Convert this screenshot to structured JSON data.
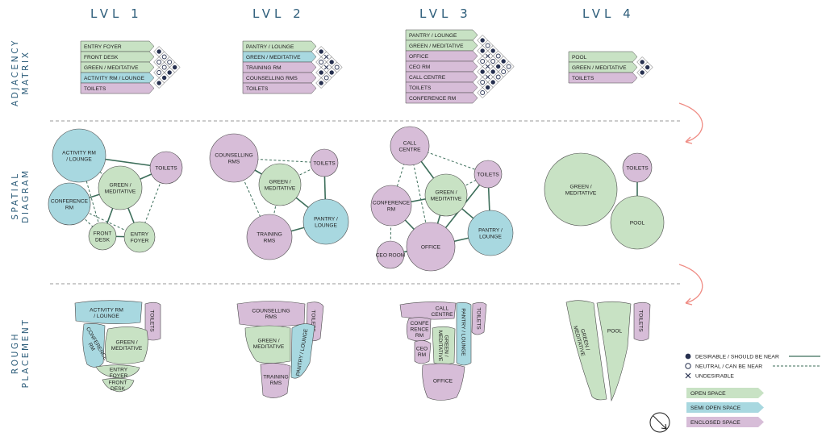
{
  "levels": [
    "LVL 1",
    "LVL 2",
    "LVL 3",
    "LVL 4"
  ],
  "side_labels": [
    "ADJACENCY MATRIX",
    "SPATIAL DIAGRAM",
    "ROUGH PLACEMENT"
  ],
  "colors": {
    "open": "#c8e2c4",
    "semi": "#a8d8e0",
    "enclosed": "#d7bdd8",
    "line": "#3c6e5a",
    "dot": "#26304f",
    "arrow": "#ef8c84",
    "title": "#2d5d7a"
  },
  "matrices": [
    {
      "rows": [
        [
          "ENTRY FOYER",
          "open"
        ],
        [
          "FRONT DESK",
          "open"
        ],
        [
          "GREEN / MEDITATIVE",
          "open"
        ],
        [
          "ACTIVITY RM / LOUNGE",
          "semi"
        ],
        [
          "TOILETS",
          "enclosed"
        ]
      ]
    },
    {
      "rows": [
        [
          "PANTRY / LOUNGE",
          "open"
        ],
        [
          "GREEN / MEDITATIVE",
          "semi"
        ],
        [
          "TRAINING RM",
          "enclosed"
        ],
        [
          "COUNSELLING RMS",
          "enclosed"
        ],
        [
          "TOILETS",
          "enclosed"
        ]
      ]
    },
    {
      "rows": [
        [
          "PANTRY / LOUNGE",
          "open"
        ],
        [
          "GREEN / MEDITATIVE",
          "open"
        ],
        [
          "OFFICE",
          "enclosed"
        ],
        [
          "CEO RM",
          "enclosed"
        ],
        [
          "CALL CENTRE",
          "enclosed"
        ],
        [
          "TOILETS",
          "enclosed"
        ],
        [
          "CONFERENCE RM",
          "enclosed"
        ]
      ]
    },
    {
      "rows": [
        [
          "POOL",
          "open"
        ],
        [
          "GREEN / MEDITATIVE",
          "open"
        ],
        [
          "TOILETS",
          "enclosed"
        ]
      ]
    }
  ],
  "spatial": [
    {
      "nodes": [
        {
          "label": [
            "ACTIVITY RM",
            "/ LOUNGE"
          ],
          "type": "semi"
        },
        {
          "label": [
            "TOILETS"
          ],
          "type": "enclosed"
        },
        {
          "label": [
            "GREEN /",
            "MEDITATIVE"
          ],
          "type": "open"
        },
        {
          "label": [
            "CONFERENCE",
            "RM"
          ],
          "type": "semi"
        },
        {
          "label": [
            "FRONT",
            "DESK"
          ],
          "type": "open"
        },
        {
          "label": [
            "ENTRY",
            "FOYER"
          ],
          "type": "open"
        }
      ],
      "links": [
        [
          0,
          1,
          "solid"
        ],
        [
          0,
          2,
          "dashed"
        ],
        [
          0,
          4,
          "dashed"
        ],
        [
          3,
          2,
          "solid"
        ],
        [
          3,
          4,
          "dashed"
        ],
        [
          1,
          2,
          "solid"
        ],
        [
          1,
          5,
          "dashed"
        ],
        [
          2,
          4,
          "solid"
        ],
        [
          2,
          5,
          "solid"
        ],
        [
          4,
          5,
          "solid"
        ],
        [
          3,
          5,
          "dashed"
        ]
      ]
    },
    {
      "nodes": [
        {
          "label": [
            "COUNSELLING",
            "RMS"
          ],
          "type": "enclosed"
        },
        {
          "label": [
            "TOILETS"
          ],
          "type": "enclosed"
        },
        {
          "label": [
            "GREEN /",
            "MEDITATIVE"
          ],
          "type": "open"
        },
        {
          "label": [
            "PANTRY /",
            "LOUNGE"
          ],
          "type": "semi"
        },
        {
          "label": [
            "TRAINING",
            "RMS"
          ],
          "type": "enclosed"
        }
      ],
      "links": [
        [
          0,
          1,
          "dashed"
        ],
        [
          0,
          2,
          "solid"
        ],
        [
          2,
          1,
          "dashed"
        ],
        [
          1,
          3,
          "solid"
        ],
        [
          2,
          3,
          "solid"
        ],
        [
          2,
          4,
          "dashed"
        ],
        [
          4,
          3,
          "solid"
        ],
        [
          0,
          4,
          "dashed"
        ]
      ]
    },
    {
      "nodes": [
        {
          "label": [
            "CALL",
            "CENTRE"
          ],
          "type": "enclosed"
        },
        {
          "label": [
            "TOILETS"
          ],
          "type": "enclosed"
        },
        {
          "label": [
            "GREEN /",
            "MEDITATIVE"
          ],
          "type": "open"
        },
        {
          "label": [
            "CONFERENCE",
            "RM"
          ],
          "type": "enclosed"
        },
        {
          "label": [
            "PANTRY /",
            "LOUNGE"
          ],
          "type": "semi"
        },
        {
          "label": [
            "OFFICE"
          ],
          "type": "enclosed"
        },
        {
          "label": [
            "CEO ROOM"
          ],
          "type": "enclosed"
        }
      ],
      "links": [
        [
          0,
          1,
          "dashed"
        ],
        [
          0,
          2,
          "solid"
        ],
        [
          0,
          3,
          "dashed"
        ],
        [
          0,
          5,
          "dashed"
        ],
        [
          3,
          2,
          "solid"
        ],
        [
          3,
          5,
          "solid"
        ],
        [
          3,
          6,
          "dashed"
        ],
        [
          1,
          2,
          "dashed"
        ],
        [
          1,
          5,
          "solid"
        ],
        [
          1,
          4,
          "solid"
        ],
        [
          2,
          4,
          "solid"
        ],
        [
          2,
          5,
          "solid"
        ],
        [
          5,
          6,
          "solid"
        ],
        [
          5,
          4,
          "solid"
        ]
      ]
    },
    {
      "nodes": [
        {
          "label": [
            "GREEN /",
            "MEDITATIVE"
          ],
          "type": "open"
        },
        {
          "label": [
            "TOILETS"
          ],
          "type": "enclosed"
        },
        {
          "label": [
            "POOL"
          ],
          "type": "open"
        }
      ],
      "links": [
        [
          1,
          2,
          "solid"
        ]
      ]
    }
  ],
  "placement": [
    {
      "shapes": [
        {
          "label": [
            "ACTIVITY RM",
            "/ LOUNGE"
          ],
          "type": "semi",
          "rot": 0
        },
        {
          "label": [
            "TOILETS"
          ],
          "type": "enclosed",
          "rot": 90
        },
        {
          "label": [
            "CONFERENCE",
            "RM"
          ],
          "type": "semi",
          "rot": 60
        },
        {
          "label": [
            "GREEN /",
            "MEDITATIVE"
          ],
          "type": "open",
          "rot": 0
        },
        {
          "label": [
            "ENTRY",
            "FOYER"
          ],
          "type": "open",
          "rot": 0
        },
        {
          "label": [
            "FRONT",
            "DESK"
          ],
          "type": "open",
          "rot": 0
        }
      ]
    },
    {
      "shapes": [
        {
          "label": [
            "COUNSELLING",
            "RMS"
          ],
          "type": "enclosed",
          "rot": 0
        },
        {
          "label": [
            "TOILETS"
          ],
          "type": "enclosed",
          "rot": 90
        },
        {
          "label": [
            "GREEN /",
            "MEDITATIVE"
          ],
          "type": "open",
          "rot": 0
        },
        {
          "label": [
            "PANTRY / LOUNGE"
          ],
          "type": "semi",
          "rot": -80
        },
        {
          "label": [
            "TRAINING",
            "RMS"
          ],
          "type": "enclosed",
          "rot": 0
        }
      ]
    },
    {
      "shapes": [
        {
          "label": [
            "CALL",
            "CENTRE"
          ],
          "type": "enclosed",
          "rot": 0
        },
        {
          "label": [
            "PANTRY / LOUNGE"
          ],
          "type": "semi",
          "rot": 90
        },
        {
          "label": [
            "TOILETS"
          ],
          "type": "enclosed",
          "rot": 90
        },
        {
          "label": [
            "CONFE",
            "RENCE",
            "RM"
          ],
          "type": "enclosed",
          "rot": 0
        },
        {
          "label": [
            "GREEN /",
            "MEDITATIVE"
          ],
          "type": "open",
          "rot": 90
        },
        {
          "label": [
            "CEO",
            "RM"
          ],
          "type": "enclosed",
          "rot": 0
        },
        {
          "label": [
            "OFFICE"
          ],
          "type": "enclosed",
          "rot": 0
        }
      ]
    },
    {
      "shapes": [
        {
          "label": [
            "GREEN /",
            "MEDITATIVE"
          ],
          "type": "open",
          "rot": 75
        },
        {
          "label": [
            "POOL"
          ],
          "type": "open",
          "rot": 0
        },
        {
          "label": [
            "TOILETS"
          ],
          "type": "enclosed",
          "rot": 90
        }
      ]
    }
  ],
  "legend": {
    "desirable": "DESIRABLE / SHOULD BE NEAR",
    "neutral": "NEUTRAL / CAN BE NEAR",
    "undesirable": "UNDESIRABLE",
    "open_space": "OPEN SPACE",
    "semi_open_space": "SEMI OPEN SPACE",
    "enclosed_space": "ENCLOSED SPACE",
    "north_icon": "north-arrow-icon"
  }
}
